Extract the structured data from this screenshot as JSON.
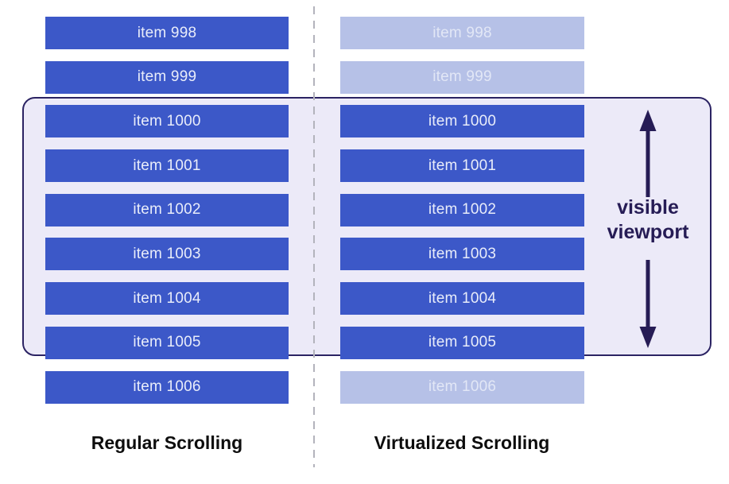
{
  "columns": [
    {
      "label": "Regular Scrolling",
      "items": [
        {
          "text": "item 998",
          "state": "rendered"
        },
        {
          "text": "item 999",
          "state": "rendered"
        },
        {
          "text": "item 1000",
          "state": "rendered"
        },
        {
          "text": "item 1001",
          "state": "rendered"
        },
        {
          "text": "item 1002",
          "state": "rendered"
        },
        {
          "text": "item 1003",
          "state": "rendered"
        },
        {
          "text": "item 1004",
          "state": "rendered"
        },
        {
          "text": "item 1005",
          "state": "rendered"
        },
        {
          "text": "item 1006",
          "state": "rendered"
        }
      ]
    },
    {
      "label": "Virtualized Scrolling",
      "items": [
        {
          "text": "item 998",
          "state": "virtualized"
        },
        {
          "text": "item 999",
          "state": "virtualized"
        },
        {
          "text": "item 1000",
          "state": "rendered"
        },
        {
          "text": "item 1001",
          "state": "rendered"
        },
        {
          "text": "item 1002",
          "state": "rendered"
        },
        {
          "text": "item 1003",
          "state": "rendered"
        },
        {
          "text": "item 1004",
          "state": "rendered"
        },
        {
          "text": "item 1005",
          "state": "rendered"
        },
        {
          "text": "item 1006",
          "state": "virtualized"
        }
      ]
    }
  ],
  "viewport": {
    "label": "visible\nviewport"
  },
  "colors": {
    "item_rendered_bg": "#3c58c8",
    "item_rendered_text": "#e9edfa",
    "item_virtualized_bg": "#b6c1e7",
    "item_virtualized_text": "#e2e7f6",
    "viewport_fill": "#eceaf8",
    "viewport_border": "#2b2363",
    "arrow": "#261c55",
    "divider_dash": "#b3b3bc",
    "column_label_text": "#0d0d0d"
  }
}
